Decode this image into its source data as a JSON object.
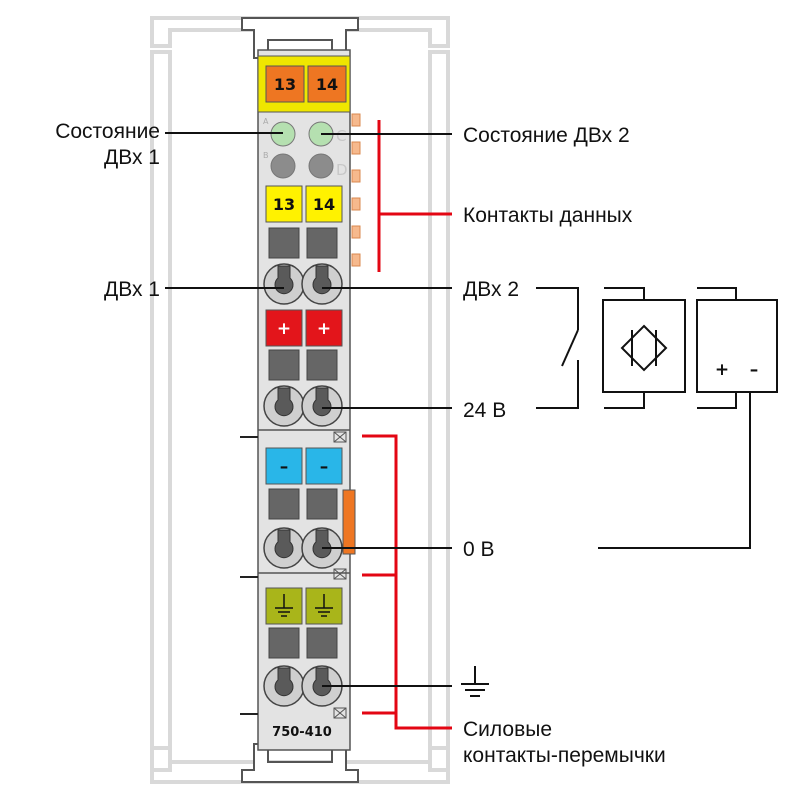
{
  "module": {
    "part_number": "750-410",
    "top_marker_left": "13",
    "top_marker_right": "14",
    "led_letters": [
      "A",
      "B",
      "C",
      "D"
    ],
    "marker_left": "13",
    "marker_right": "14",
    "plus_sign": "+",
    "minus_sign": "–"
  },
  "labels": {
    "status_di1_line1": "Состояние",
    "status_di1_line2": "ДВх 1",
    "status_di2": "Состояние ДВх 2",
    "data_contacts": "Контакты данных",
    "di1": "ДВх 1",
    "di2": "ДВх 2",
    "v24": "24 В",
    "v0": "0 В",
    "power_jumper_line1": "Силовые",
    "power_jumper_line2": "контакты-перемычки"
  },
  "power_supply": {
    "plus": "+",
    "minus": "–"
  },
  "colors": {
    "orange_marker": "#ee7622",
    "yellow_marker": "#fff200",
    "red_terminal": "#e3151b",
    "blue_terminal": "#29b6e8",
    "ground_terminal": "#a9b51a",
    "led_green": "#b5e0b0",
    "bus_red": "#e30613",
    "housing": "#e3e3e3"
  }
}
